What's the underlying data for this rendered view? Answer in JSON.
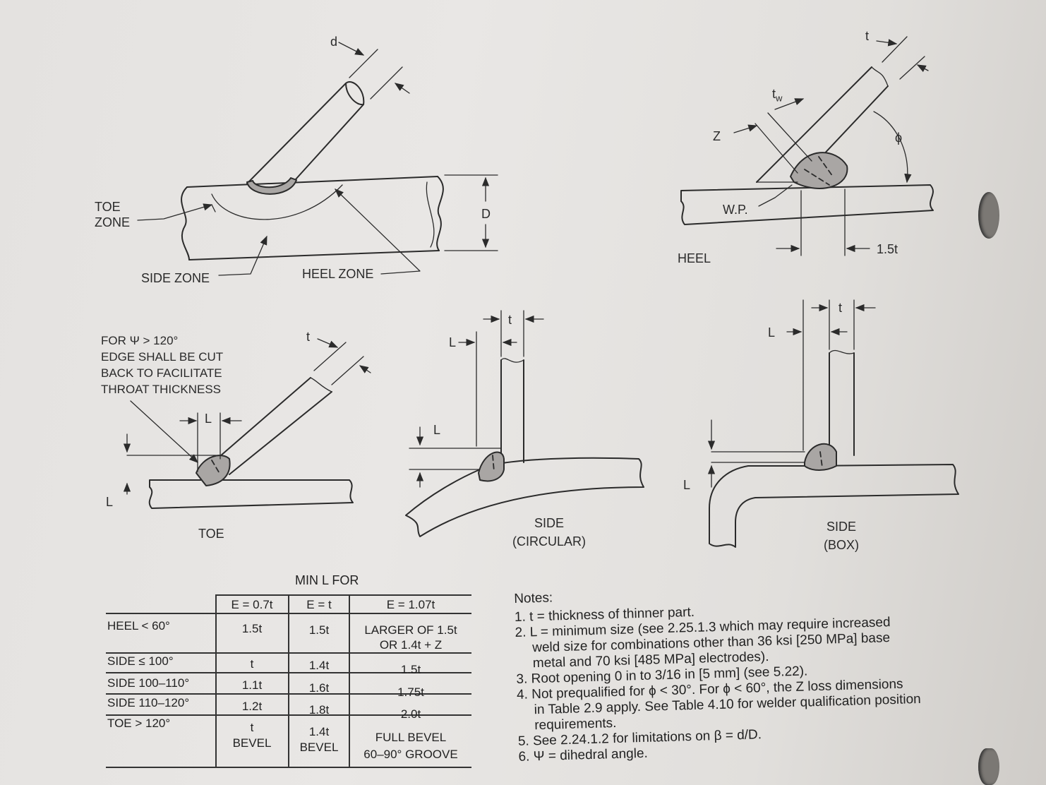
{
  "top_left": {
    "d_label": "d",
    "D_label": "D",
    "toe_zone": [
      "TOE",
      "ZONE"
    ],
    "side_zone": "SIDE ZONE",
    "heel_zone": "HEEL ZONE"
  },
  "top_right": {
    "t_label": "t",
    "tw_label": "t",
    "tw_sub": "w",
    "z_label": "Z",
    "phi_label": "ϕ",
    "wp_label": "W.P.",
    "heel_label": "HEEL",
    "dim_label": "1.5t"
  },
  "toe_detail": {
    "note": [
      "FOR Ψ > 120°",
      "EDGE SHALL BE CUT",
      "BACK TO FACILITATE",
      "THROAT THICKNESS"
    ],
    "t_label": "t",
    "L_top": "L",
    "L_bottom": "L",
    "caption": "TOE"
  },
  "side_circular": {
    "t_label": "t",
    "L_top": "L",
    "L_mid": "L",
    "caption": [
      "SIDE",
      "(CIRCULAR)"
    ]
  },
  "side_box": {
    "t_label": "t",
    "L_top": "L",
    "L_bottom": "L",
    "caption": [
      "SIDE",
      "(BOX)"
    ]
  },
  "table": {
    "title": "MIN L FOR",
    "headers": [
      "E = 0.7t",
      "E = t",
      "E = 1.07t"
    ],
    "rows": [
      {
        "label": "HEEL < 60°",
        "c1": "1.5t",
        "c2": "1.5t",
        "c3": [
          "LARGER OF 1.5t",
          "OR 1.4t + Z"
        ]
      },
      {
        "label": "SIDE ≤ 100°",
        "c1": "t",
        "c2": "1.4t",
        "c3": [
          "1.5t"
        ]
      },
      {
        "label": "SIDE 100–110°",
        "c1": "1.1t",
        "c2": "1.6t",
        "c3": [
          "1.75t"
        ]
      },
      {
        "label": "SIDE 110–120°",
        "c1": "1.2t",
        "c2": "1.8t",
        "c3": [
          "2.0t"
        ]
      },
      {
        "label": "TOE > 120°",
        "c1": [
          "t",
          "BEVEL"
        ],
        "c2": [
          "1.4t",
          "BEVEL"
        ],
        "c3": [
          "FULL BEVEL",
          "60–90° GROOVE"
        ]
      }
    ]
  },
  "notes": {
    "title": "Notes:",
    "items": [
      [
        "1. t = thickness of thinner part."
      ],
      [
        "2. L = minimum size (see 2.25.1.3 which may require increased",
        "weld size for combinations other than 36 ksi [250 MPa] base",
        "metal and 70 ksi [485 MPa] electrodes)."
      ],
      [
        "3. Root opening 0 in to 3/16 in [5 mm] (see 5.22)."
      ],
      [
        "4. Not prequalified for ϕ < 30°. For ϕ < 60°, the Z loss dimensions",
        "in Table 2.9 apply. See Table 4.10 for welder qualification position",
        "requirements."
      ],
      [
        "5. See 2.24.1.2 for limitations on β = d/D."
      ],
      [
        "6. Ψ = dihedral angle."
      ]
    ]
  }
}
